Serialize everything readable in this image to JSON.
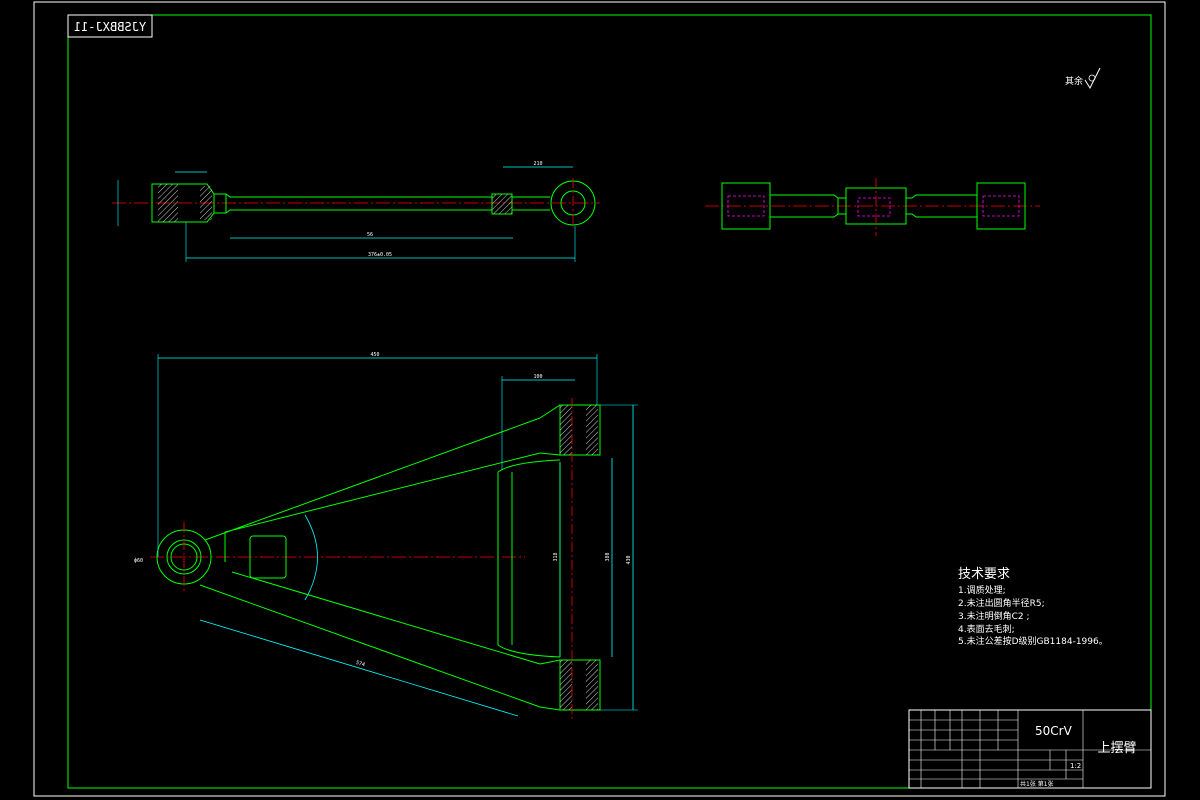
{
  "drawing": {
    "background": "#000000",
    "colors": {
      "frame": "#ffffff",
      "outline": "#00ff00",
      "dimension": "#00ffff",
      "centerline": "#ff0000",
      "hatch": "#ffffff",
      "hidden": "#ff00ff",
      "tech_text": "#ffffff"
    },
    "drawing_code": "YJSBBXJ-11",
    "roughness_note": "其余",
    "views": {
      "top_view": {
        "dim_overall": "376±0.05",
        "dim_shaft": "56",
        "dim_end": "210"
      },
      "plan_view": {
        "dim_width": "450",
        "dim_top_right": "100",
        "dim_height_outer": "430",
        "dim_height_mid": "380",
        "dim_height_inner": "318",
        "dim_lower_arm": "574",
        "left_eye_dim": "ф60"
      }
    }
  },
  "tech_requirements": {
    "title": "技术要求",
    "items": [
      "1.调质处理;",
      "2.未注出圆角半径R5;",
      "3.未注明倒角C2 ;",
      "4.表面去毛刺;",
      "5.未注公差按D级别GB1184-1996。"
    ]
  },
  "title_block": {
    "material": "50CrV",
    "part_name": "上摆臂",
    "scale": "1:2",
    "sheet": "共1张 第1张"
  }
}
